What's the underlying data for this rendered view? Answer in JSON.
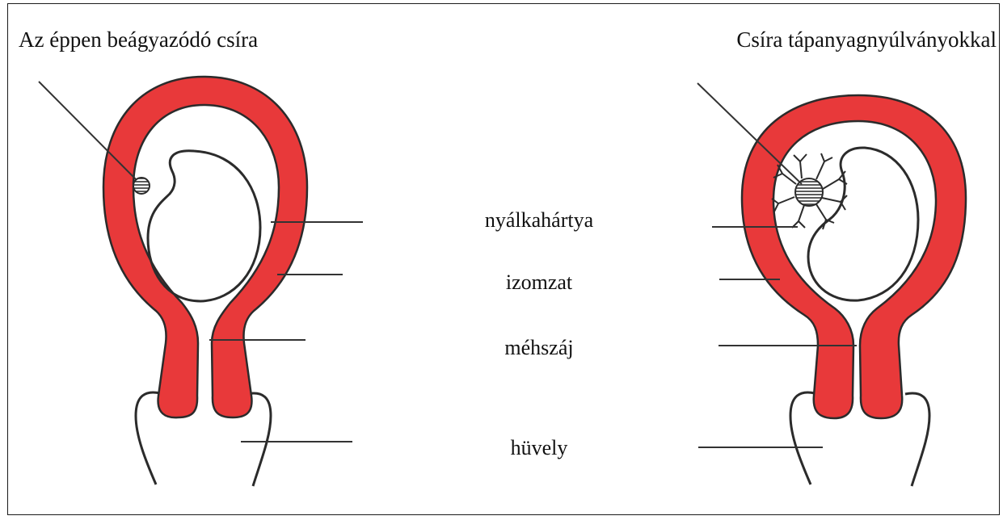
{
  "titles": {
    "left": "Az éppen beágyazódó csíra",
    "right": "Csíra tápanyagnyúlványokkal"
  },
  "labels": [
    {
      "key": "mucosa",
      "text": "nyálkahártya"
    },
    {
      "key": "muscle",
      "text": "izomzat"
    },
    {
      "key": "cervix",
      "text": "méhszáj"
    },
    {
      "key": "vagina",
      "text": "hüvely"
    }
  ],
  "colors": {
    "wall": "#e8393a",
    "outline": "#2b2b2b",
    "line": "#333333"
  }
}
